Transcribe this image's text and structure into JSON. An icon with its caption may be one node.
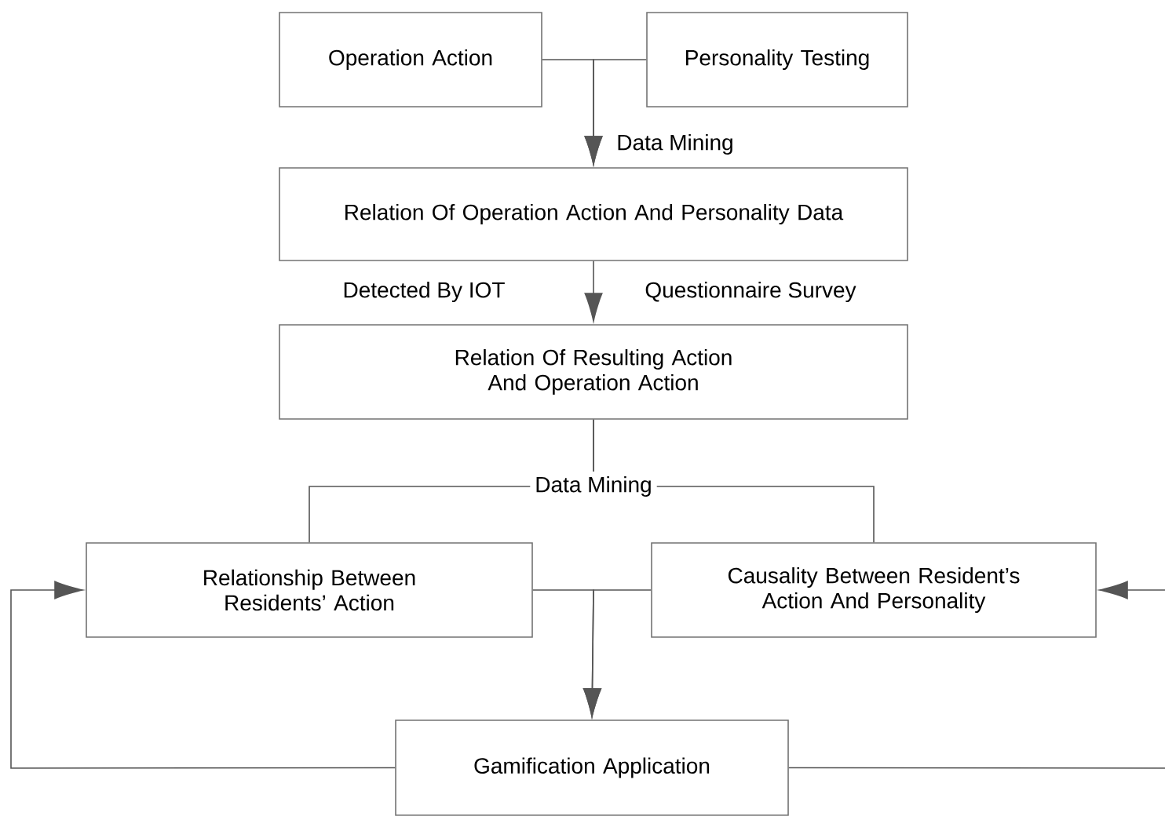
{
  "diagram": {
    "nodes": [
      {
        "text": [
          "Operation Action"
        ]
      },
      {
        "text": [
          "Personality Testing"
        ]
      },
      {
        "text": [
          "Relation Of Operation Action And Personality Data"
        ]
      },
      {
        "text": [
          "Relation Of Resulting Action And Operation Action"
        ]
      },
      {
        "text": [
          "Relationship Between Residents’ Action"
        ]
      },
      {
        "text": [
          "Causality Between Resident’s Action And Personality"
        ]
      },
      {
        "text": [
          "Gamification Application"
        ]
      }
    ],
    "edges": [
      {
        "from": 0,
        "to": 2,
        "arrow": "to"
      },
      {
        "from": 1,
        "to": 2,
        "arrow": "to"
      },
      {
        "from": 2,
        "to": 3,
        "arrow": "to"
      },
      {
        "from": 3,
        "to": 4,
        "arrow": "none"
      },
      {
        "from": 3,
        "to": 5,
        "arrow": "none"
      },
      {
        "from": 4,
        "to": 6,
        "arrow": "to"
      },
      {
        "from": 5,
        "to": 6,
        "arrow": "to"
      },
      {
        "from": 6,
        "to": 4,
        "arrow": "to"
      },
      {
        "from": 6,
        "to": 5,
        "arrow": "to"
      }
    ],
    "labels": [
      "Data Mining",
      "Detected By IOT",
      "Questionnaire Survey",
      "Data Mining"
    ]
  }
}
